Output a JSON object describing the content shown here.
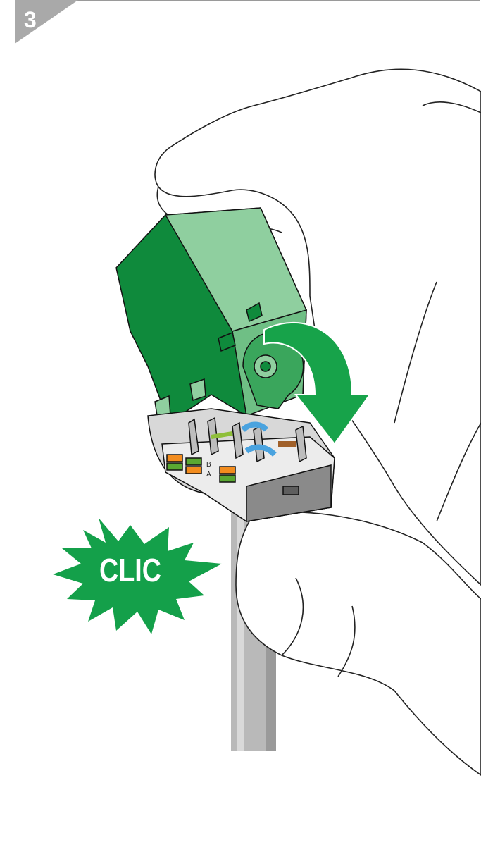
{
  "step": {
    "number": "3"
  },
  "burst": {
    "label": "CLIC"
  },
  "module": {
    "pair_labels": [
      "B",
      "A"
    ]
  },
  "colors": {
    "step_tab": "#a9a9a9",
    "green_dark": "#0f8a3c",
    "green_light": "#8fcf9f",
    "burst_green": "#14a04a",
    "arrow_green": "#17a34a",
    "cable_grey": "#b9b9b9",
    "housing_grey": "#8a8a8a"
  },
  "icons": [
    "curved-arrow-icon",
    "clic-burst-icon"
  ]
}
